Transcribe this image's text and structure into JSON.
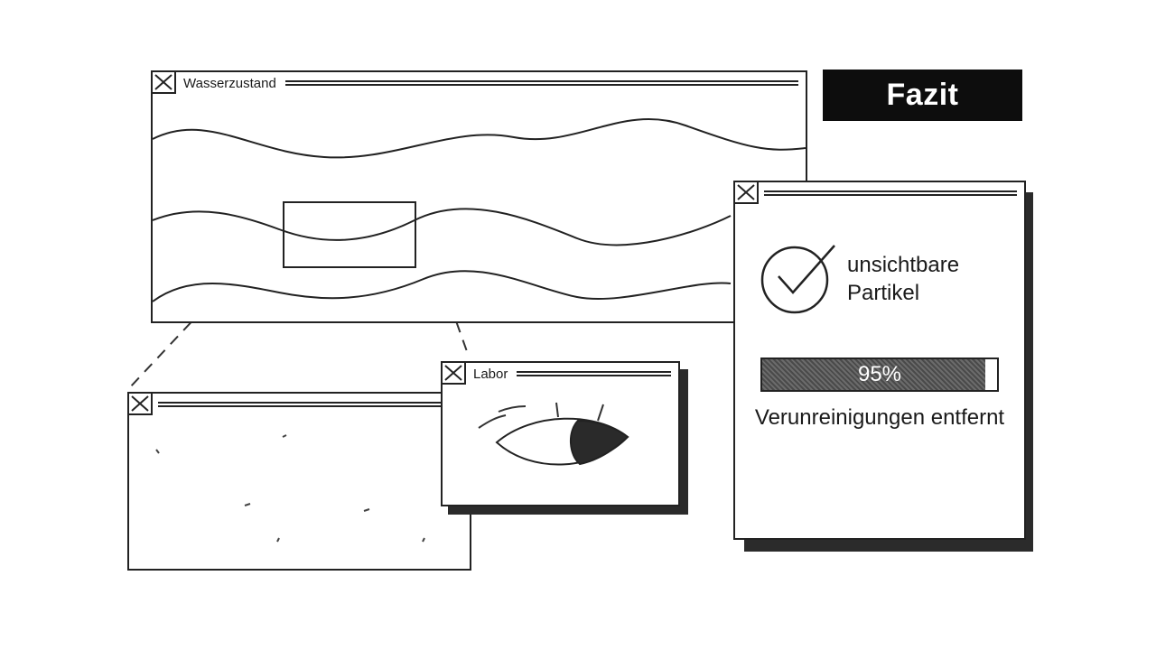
{
  "windows": {
    "wasserzustand": {
      "title": "Wasserzustand"
    },
    "labor": {
      "title": "Labor"
    }
  },
  "fazit": {
    "label": "Fazit"
  },
  "result": {
    "check_text": "unsichtbare Partikel",
    "progress": {
      "value": 0.95,
      "label": "95%"
    },
    "removed_text": "Verunreinigungen entfernt"
  },
  "icons": [
    "close-icon",
    "checkmark-icon",
    "eye-icon",
    "wave-icon"
  ],
  "colors": {
    "ink": "#1a1a1a",
    "label_bg": "#0d0d0d",
    "label_text": "#ffffff",
    "paper": "#ffffff"
  }
}
